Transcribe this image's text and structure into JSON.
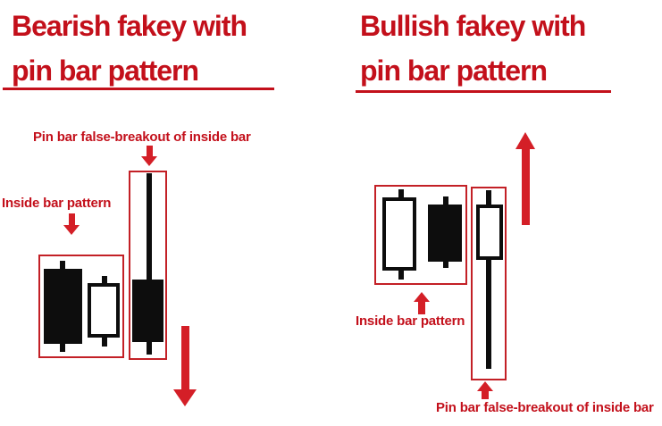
{
  "colors": {
    "text_red": "#c3101b",
    "box_red": "#c32026",
    "arrow_red": "#d41f27",
    "candle_black": "#0d0d0d",
    "background": "#ffffff"
  },
  "left_panel": {
    "title_line1": "Bearish fakey with",
    "title_line2": "pin bar pattern",
    "pin_bar_label": "Pin bar false-breakout of inside bar",
    "inside_bar_label": "Inside bar pattern",
    "trend_direction": "down",
    "candles": [
      {
        "role": "mother-bar",
        "fill": "black",
        "group": "inside-bar-pattern"
      },
      {
        "role": "inside-bar",
        "fill": "white",
        "group": "inside-bar-pattern"
      },
      {
        "role": "pin-bar",
        "fill": "black",
        "wick": "long-upper",
        "group": "false-breakout"
      }
    ]
  },
  "right_panel": {
    "title_line1": "Bullish fakey with",
    "title_line2": "pin bar pattern",
    "pin_bar_label": "Pin bar false-breakout of inside bar",
    "inside_bar_label": "Inside bar pattern",
    "trend_direction": "up",
    "candles": [
      {
        "role": "mother-bar",
        "fill": "white",
        "group": "inside-bar-pattern"
      },
      {
        "role": "inside-bar",
        "fill": "black",
        "group": "inside-bar-pattern"
      },
      {
        "role": "pin-bar",
        "fill": "white",
        "wick": "long-lower",
        "group": "false-breakout"
      }
    ]
  }
}
